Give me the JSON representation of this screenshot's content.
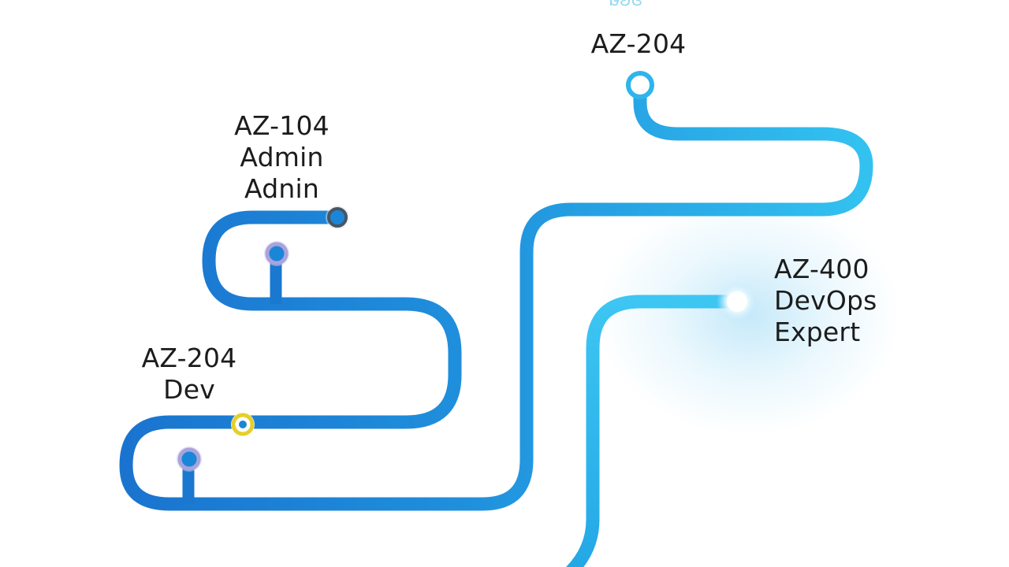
{
  "labels": {
    "az104": {
      "line1": "AZ-104",
      "line2": "Admin",
      "line3": "Adnin"
    },
    "az204_dev": {
      "line1": "AZ-204",
      "line2": "Dev"
    },
    "az204_top": {
      "line1": "AZ-204"
    },
    "az400": {
      "line1": "AZ-400",
      "line2": "DevOps",
      "line3": "Expert"
    },
    "top_fragment": "ɓ̵ʚɞ"
  },
  "colors": {
    "path_deep": "#1a7fd4",
    "path_light": "#2fb8ee",
    "node_yellow_ring": "#e6cf2a",
    "node_lavender_ring": "#a9a3dc",
    "node_dark_ring": "#4a5560",
    "node_fill": "#1a86d8"
  }
}
